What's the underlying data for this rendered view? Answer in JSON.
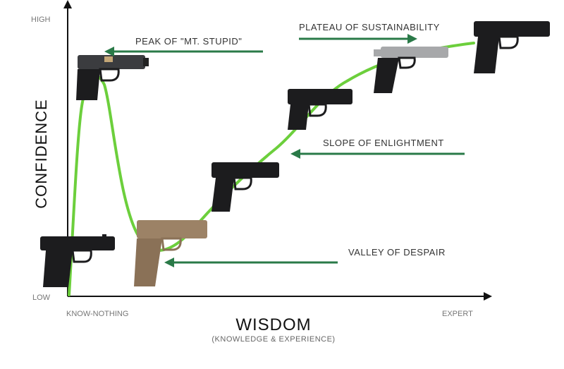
{
  "axes": {
    "y_title": "CONFIDENCE",
    "y_high": "HIGH",
    "y_low": "LOW",
    "x_title": "WISDOM",
    "x_subtitle": "(KNOWLEDGE & EXPERIENCE)",
    "x_start": "KNOW-NOTHING",
    "x_end": "EXPERT"
  },
  "annotations": {
    "peak": "PEAK OF \"MT. STUPID\"",
    "plateau": "PLATEAU OF SUSTAINABILITY",
    "slope": "SLOPE OF ENLIGHTMENT",
    "valley": "VALLEY OF DESPAIR"
  },
  "colors": {
    "curve": "#6ccf3c",
    "arrow": "#2a7a48",
    "axis": "#111111",
    "label": "#333333",
    "pistol_black": "#1c1c1e",
    "pistol_fde": "#9c8266",
    "pistol_silver": "#a7a8aa"
  }
}
